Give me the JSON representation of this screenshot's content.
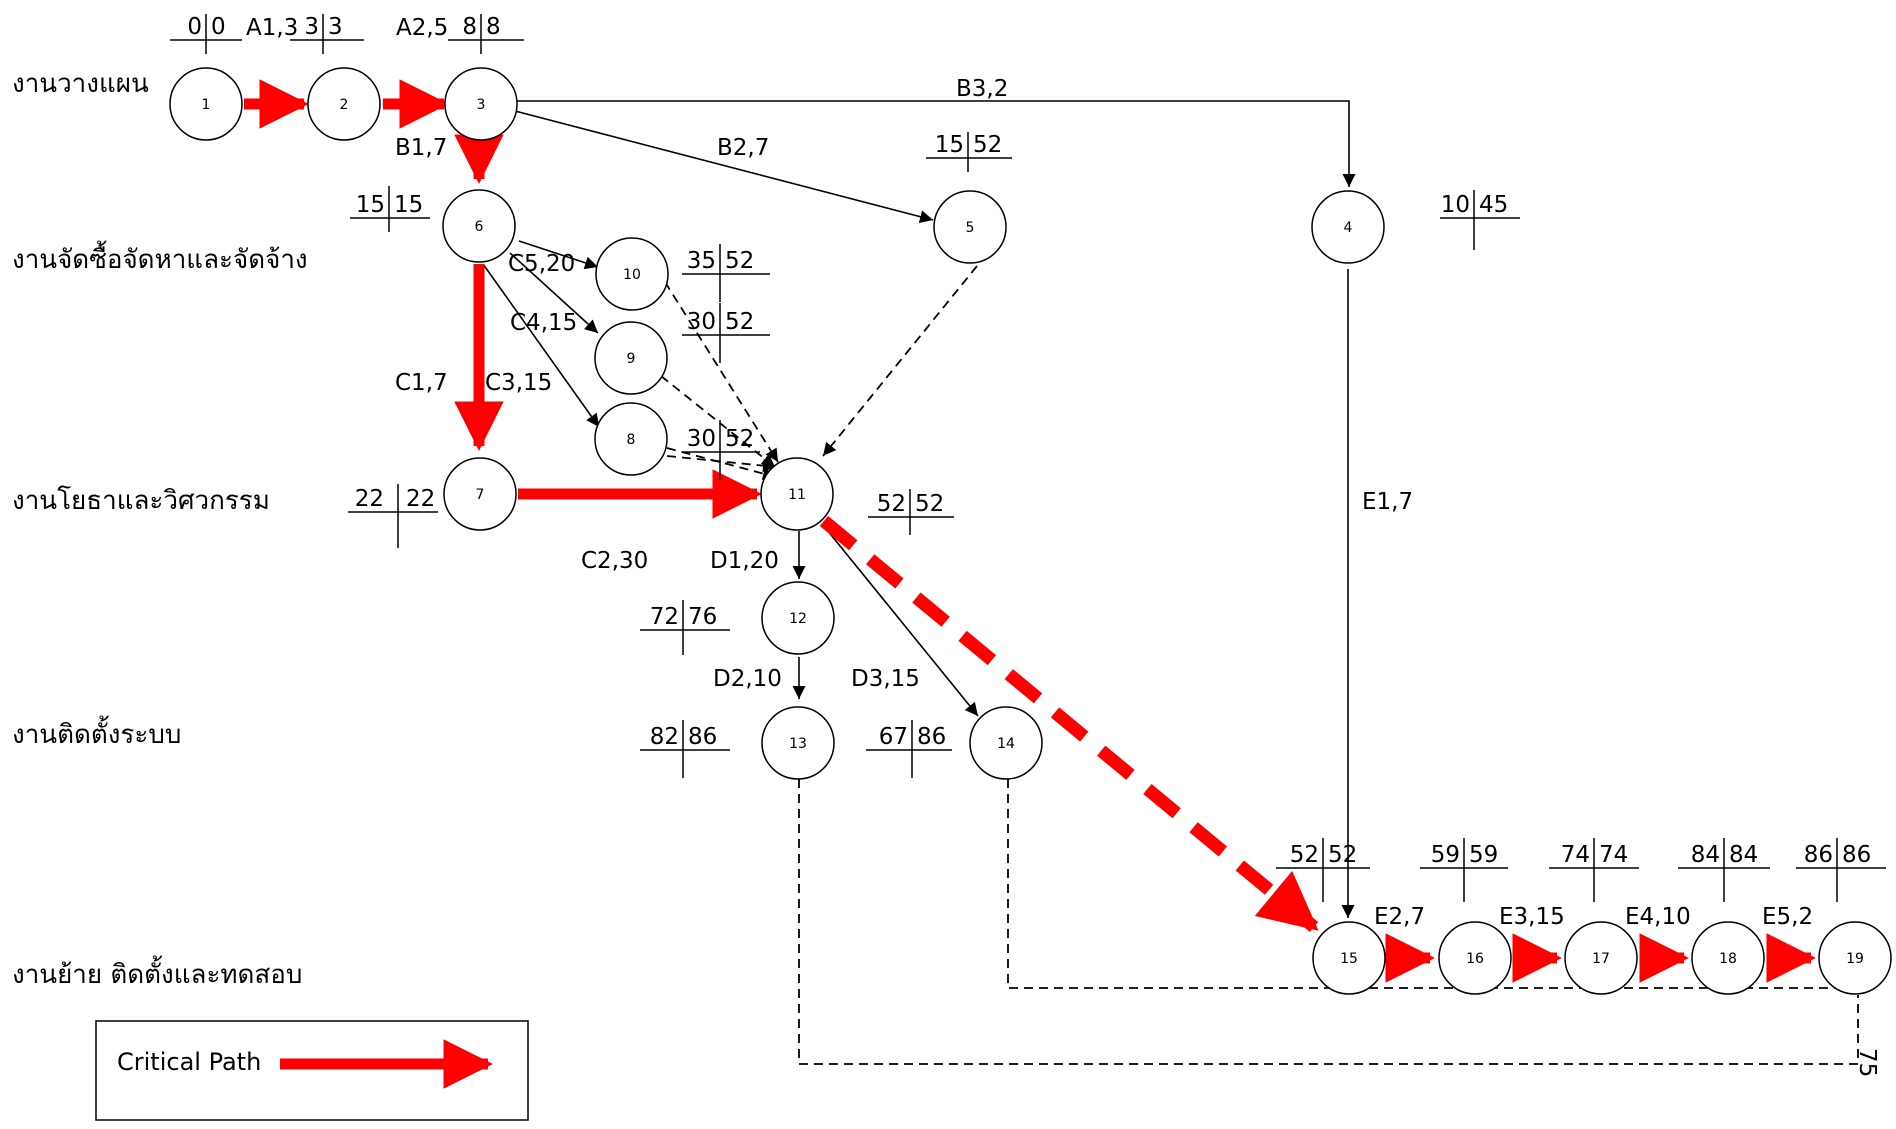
{
  "phases": [
    {
      "id": "planning",
      "label": "งานวางแผน"
    },
    {
      "id": "procurement",
      "label": "งานจัดซื้อจัดหาและจัดจ้าง"
    },
    {
      "id": "civil",
      "label": "งานโยธาและวิศวกรรม"
    },
    {
      "id": "install",
      "label": "งานติดตั้งระบบ"
    },
    {
      "id": "move",
      "label": "งานย้าย ติดตั้งและทดสอบ"
    }
  ],
  "nodes": [
    "1",
    "2",
    "3",
    "4",
    "5",
    "6",
    "7",
    "8",
    "9",
    "10",
    "11",
    "12",
    "13",
    "14",
    "15",
    "16",
    "17",
    "18",
    "19"
  ],
  "activities": [
    {
      "id": "A1",
      "label": "A1,3"
    },
    {
      "id": "A2",
      "label": "A2,5"
    },
    {
      "id": "B1",
      "label": "B1,7"
    },
    {
      "id": "B2",
      "label": "B2,7"
    },
    {
      "id": "B3",
      "label": "B3,2"
    },
    {
      "id": "C1",
      "label": "C1,7"
    },
    {
      "id": "C2",
      "label": "C2,30"
    },
    {
      "id": "C3",
      "label": "C3,15"
    },
    {
      "id": "C4",
      "label": "C4,15"
    },
    {
      "id": "C5",
      "label": "C5,20"
    },
    {
      "id": "D1",
      "label": "D1,20"
    },
    {
      "id": "D2",
      "label": "D2,10"
    },
    {
      "id": "D3",
      "label": "D3,15"
    },
    {
      "id": "E1",
      "label": "E1,7"
    },
    {
      "id": "E2",
      "label": "E2,7"
    },
    {
      "id": "E3",
      "label": "E3,15"
    },
    {
      "id": "E4",
      "label": "E4,10"
    },
    {
      "id": "E5",
      "label": "E5,2"
    }
  ],
  "times": [
    {
      "node": "1",
      "es": "0",
      "ls": "0"
    },
    {
      "node": "2",
      "es": "3",
      "ls": "3"
    },
    {
      "node": "3",
      "es": "8",
      "ls": "8"
    },
    {
      "node": "4",
      "es": "10",
      "ls": "45"
    },
    {
      "node": "5",
      "es": "15",
      "ls": "52"
    },
    {
      "node": "6",
      "es": "15",
      "ls": "15"
    },
    {
      "node": "7",
      "es": "22",
      "ls": "22"
    },
    {
      "node": "8",
      "es": "30",
      "ls": "52"
    },
    {
      "node": "9",
      "es": "30",
      "ls": "52"
    },
    {
      "node": "10",
      "es": "35",
      "ls": "52"
    },
    {
      "node": "11",
      "es": "52",
      "ls": "52"
    },
    {
      "node": "12",
      "es": "72",
      "ls": "76"
    },
    {
      "node": "13",
      "es": "82",
      "ls": "86"
    },
    {
      "node": "14",
      "es": "67",
      "ls": "86"
    },
    {
      "node": "15",
      "es": "52",
      "ls": "52"
    },
    {
      "node": "16",
      "es": "59",
      "ls": "59"
    },
    {
      "node": "17",
      "es": "74",
      "ls": "74"
    },
    {
      "node": "18",
      "es": "84",
      "ls": "84"
    },
    {
      "node": "19",
      "es": "86",
      "ls": "86"
    }
  ],
  "legend": {
    "label": "Critical Path",
    "critical_color": "#ff0000"
  },
  "edge_label": "75"
}
